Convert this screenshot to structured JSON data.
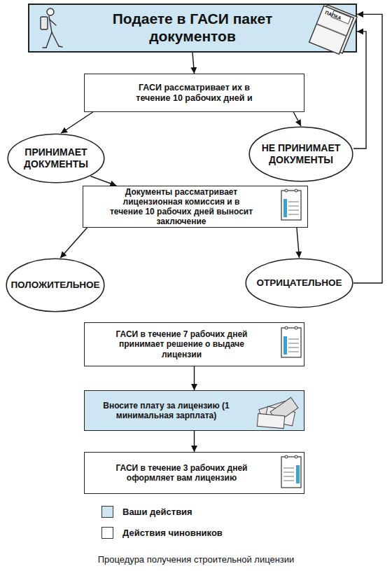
{
  "diagram": {
    "caption": "Процедура получения строительной лицензии",
    "nodes": [
      {
        "text": [
          "Подаете в ГАСИ пакет документов"
        ]
      },
      {
        "text": [
          "ГАСИ рассматривает их в течение 10 рабочих дней и"
        ]
      },
      {
        "text": [
          "ПРИНИМАЕТ ДОКУМЕНТЫ"
        ]
      },
      {
        "text": [
          "НЕ ПРИНИМАЕТ ДОКУМЕНТЫ"
        ]
      },
      {
        "text": [
          "Документы рассматривает лицензионная комиссия и в течение 10 рабочих дней выносит заключение"
        ]
      },
      {
        "text": [
          "ПОЛОЖИТЕЛЬНОЕ"
        ]
      },
      {
        "text": [
          "ОТРИЦАТЕЛЬНОЕ"
        ]
      },
      {
        "text": [
          "ГАСИ в течение 7 рабочих дней принимает решение о выдаче лицензии"
        ]
      },
      {
        "text": [
          "Вносите плату за лицензию (1 минимальная зарплата)"
        ]
      },
      {
        "text": [
          "ГАСИ в течение 3 рабочих дней оформляет вам лицензию"
        ]
      }
    ],
    "edges": [
      {
        "from": 0,
        "to": 1,
        "arrow": "to"
      },
      {
        "from": 1,
        "to": 2,
        "arrow": "to"
      },
      {
        "from": 1,
        "to": 3,
        "arrow": "to"
      },
      {
        "from": 3,
        "to": 0,
        "arrow": "to"
      },
      {
        "from": 2,
        "to": 4,
        "arrow": "to"
      },
      {
        "from": 4,
        "to": 5,
        "arrow": "to"
      },
      {
        "from": 4,
        "to": 6,
        "arrow": "to"
      },
      {
        "from": 6,
        "to": 0,
        "arrow": "to"
      },
      {
        "from": 7,
        "to": 8,
        "arrow": "to"
      },
      {
        "from": 8,
        "to": 9,
        "arrow": "to"
      }
    ],
    "labels": [
      "ПАПКА"
    ],
    "legend": [
      {
        "text": "Ваши действия",
        "color": "#cde6f2"
      },
      {
        "text": "Действия чиновников",
        "color": "#ffffff"
      }
    ]
  }
}
